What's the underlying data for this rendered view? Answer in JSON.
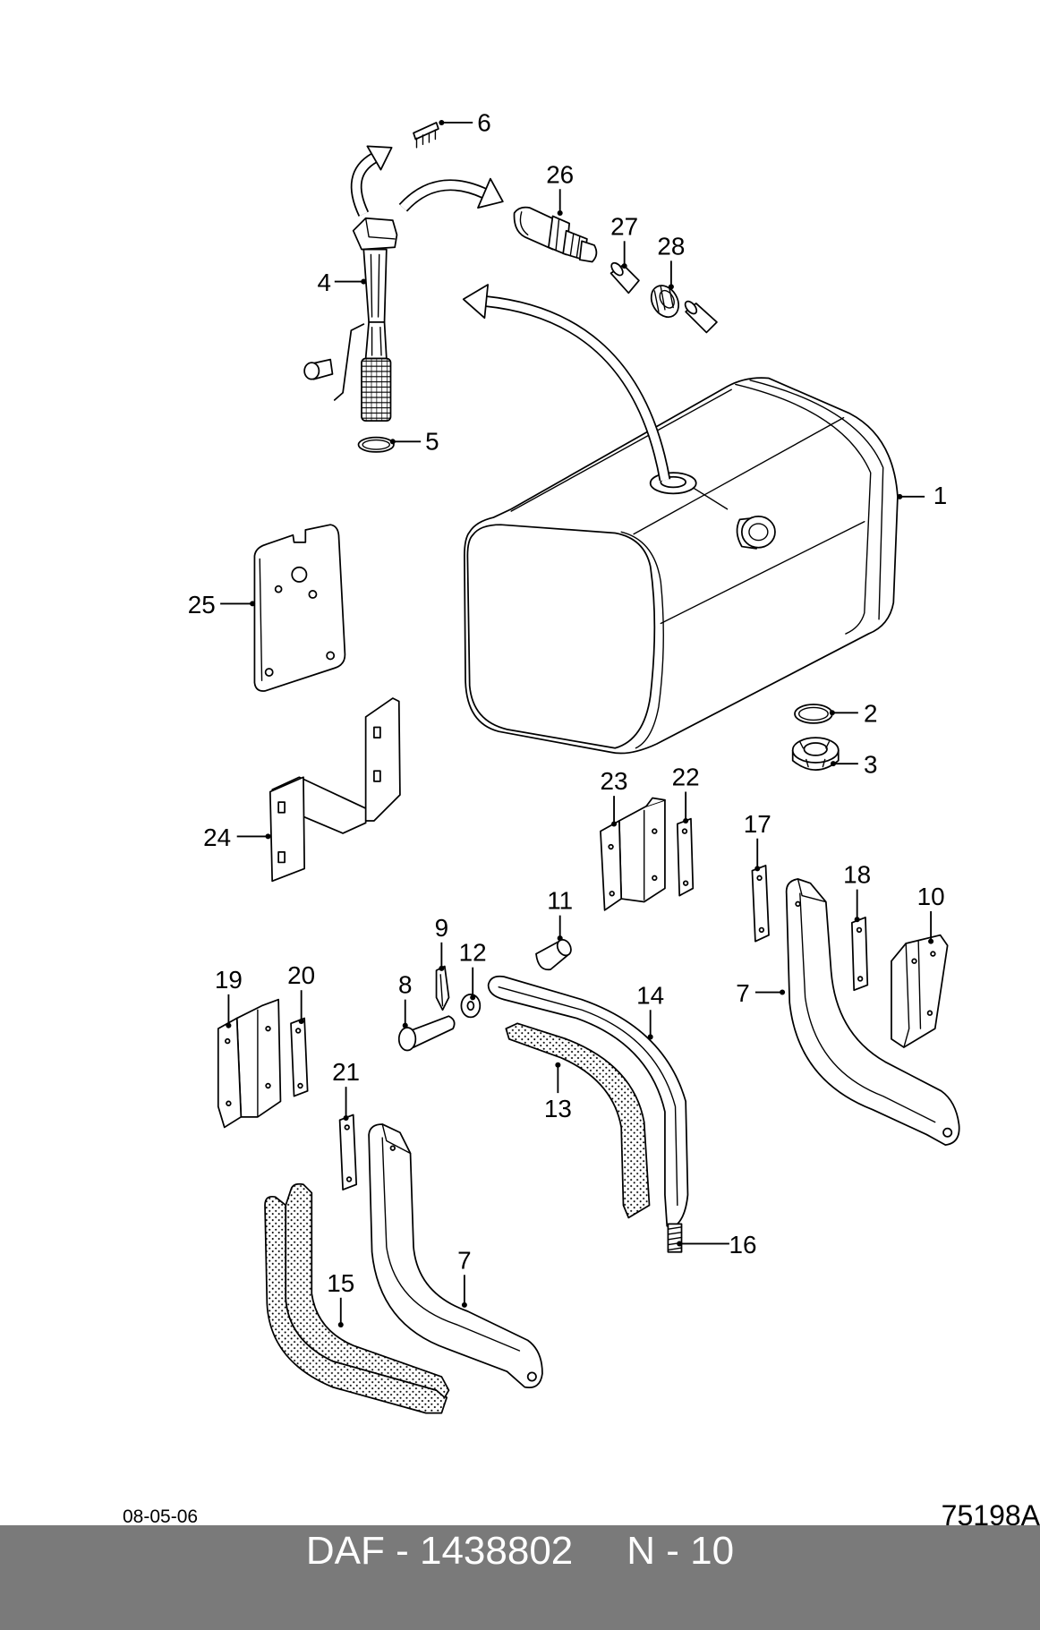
{
  "callouts": [
    "6",
    "26",
    "27",
    "28",
    "4",
    "5",
    "1",
    "25",
    "2",
    "3",
    "24",
    "23",
    "22",
    "17",
    "18",
    "10",
    "11",
    "9",
    "12",
    "8",
    "14",
    "7",
    "19",
    "20",
    "13",
    "21",
    "16",
    "15",
    "7"
  ],
  "drawing_date": "08-05-06",
  "drawing_code": "75198A",
  "footer": {
    "part_number": "DAF - 1438802",
    "page_ref": "N - 10"
  },
  "colors": {
    "footer_background": "#7a7a7a",
    "footer_text": "#ffffff",
    "line_art": "#000000"
  }
}
